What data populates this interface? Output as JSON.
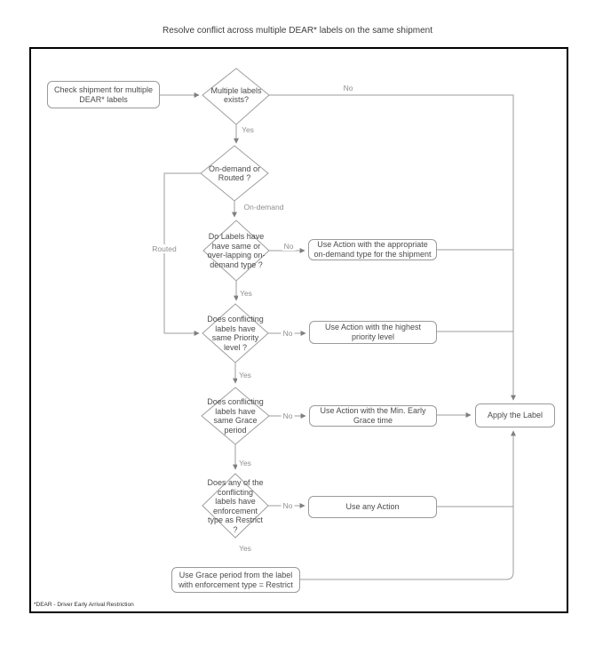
{
  "title": "Resolve conflict across multiple DEAR* labels on the same shipment",
  "footnote": "*DEAR - Driver Early Arrival Restriction",
  "colors": {
    "line": "#9e9e9e",
    "arrow": "#7f7f7f",
    "box_border": "#9a9a9a",
    "text": "#4b4b4b",
    "edge_label": "#8f8f8f",
    "frame": "#000000"
  },
  "nodes": {
    "start": {
      "label": "Check shipment for multiple\nDEAR* labels"
    },
    "decision_multiple": {
      "label": "Multiple labels\nexists?"
    },
    "decision_mode": {
      "label": "On-demand or\nRouted ?"
    },
    "decision_overlap": {
      "label": "Do Labels have\nhave same or\nover-lapping on-\ndemand type ?"
    },
    "decision_priority": {
      "label": "Does conflicting\nlabels have\nsame Priority\nlevel ?"
    },
    "decision_grace": {
      "label": "Does conflicting\nlabels have\nsame Grace\nperiod"
    },
    "decision_restrict": {
      "label": "Does any of the\nconflicting\nlabels have\nenforcement\ntype as Restrict\n?"
    },
    "action_ondemand": {
      "label": "Use Action with the appropriate\non-demand type for the shipment"
    },
    "action_priority": {
      "label": "Use Action  with the highest\npriority level"
    },
    "action_grace": {
      "label": "Use Action with the Min. Early\nGrace time"
    },
    "action_any": {
      "label": "Use any Action"
    },
    "apply": {
      "label": "Apply the Label"
    },
    "use_grace": {
      "label": "Use Grace period from the label\nwith enforcement type = Restrict"
    }
  },
  "edges": {
    "no_multiple": "No",
    "yes_multiple": "Yes",
    "on_demand": "On-demand",
    "routed": "Routed",
    "no_overlap": "No",
    "yes_overlap": "Yes",
    "no_priority": "No",
    "yes_priority": "Yes",
    "no_grace": "No",
    "yes_grace": "Yes",
    "no_restrict": "No",
    "yes_restrict": "Yes"
  }
}
